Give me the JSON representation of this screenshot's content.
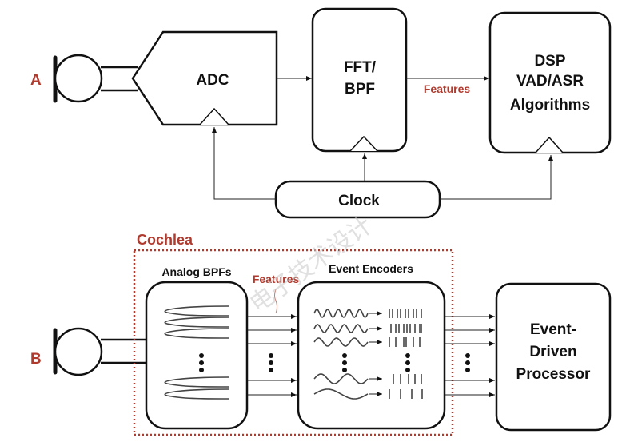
{
  "diagram": {
    "colors": {
      "accent": "#b03a2e",
      "stroke": "#111111",
      "background": "#ffffff"
    },
    "panel_a": {
      "label": "A",
      "microphone_icon": "microphone-icon",
      "adc": {
        "label": "ADC"
      },
      "fft": {
        "line1": "FFT/",
        "line2": "BPF"
      },
      "features_label": "Features",
      "dsp": {
        "line1": "DSP",
        "line2": "VAD/ASR",
        "line3": "Algorithms"
      },
      "clock": {
        "label": "Clock"
      }
    },
    "panel_b": {
      "label": "B",
      "microphone_icon": "microphone-icon",
      "cochlea_label": "Cochlea",
      "analog_bpfs_label": "Analog BPFs",
      "features_label": "Features",
      "event_encoders_label": "Event Encoders",
      "processor": {
        "line1": "Event-",
        "line2": "Driven",
        "line3": "Processor"
      }
    },
    "watermark": "电子技术设计"
  }
}
